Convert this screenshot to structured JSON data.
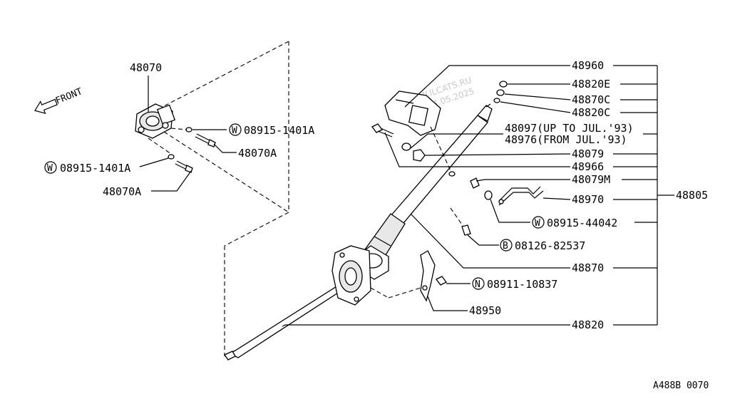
{
  "front_label": "FRONT",
  "watermark": {
    "line1": "WWW.ILCATS.RU",
    "line2": "24.05.2025"
  },
  "diagram_code": "A488B 0070",
  "callouts": {
    "c48070": "48070",
    "c08915_upper": {
      "prefix": "W",
      "number": "08915-1401A"
    },
    "c48070A_upper": "48070A",
    "c08915_lower": {
      "prefix": "W",
      "number": "08915-1401A"
    },
    "c48070A_lower": "48070A",
    "c48960": "48960",
    "c48820E": "48820E",
    "c48870C": "48870C",
    "c48820C": "48820C",
    "c48097": "48097(UP TO JUL.'93)",
    "c48976": "48976(FROM JUL.'93)",
    "c48079": "48079",
    "c48966": "48966",
    "c48079M": "48079M",
    "c48970": "48970",
    "c08915_44042": {
      "prefix": "W",
      "number": "08915-44042"
    },
    "c08126": {
      "prefix": "B",
      "number": "08126-82537"
    },
    "c48870": "48870",
    "c08911": {
      "prefix": "N",
      "number": "08911-10837"
    },
    "c48950": "48950",
    "c48820": "48820",
    "c48805": "48805"
  }
}
